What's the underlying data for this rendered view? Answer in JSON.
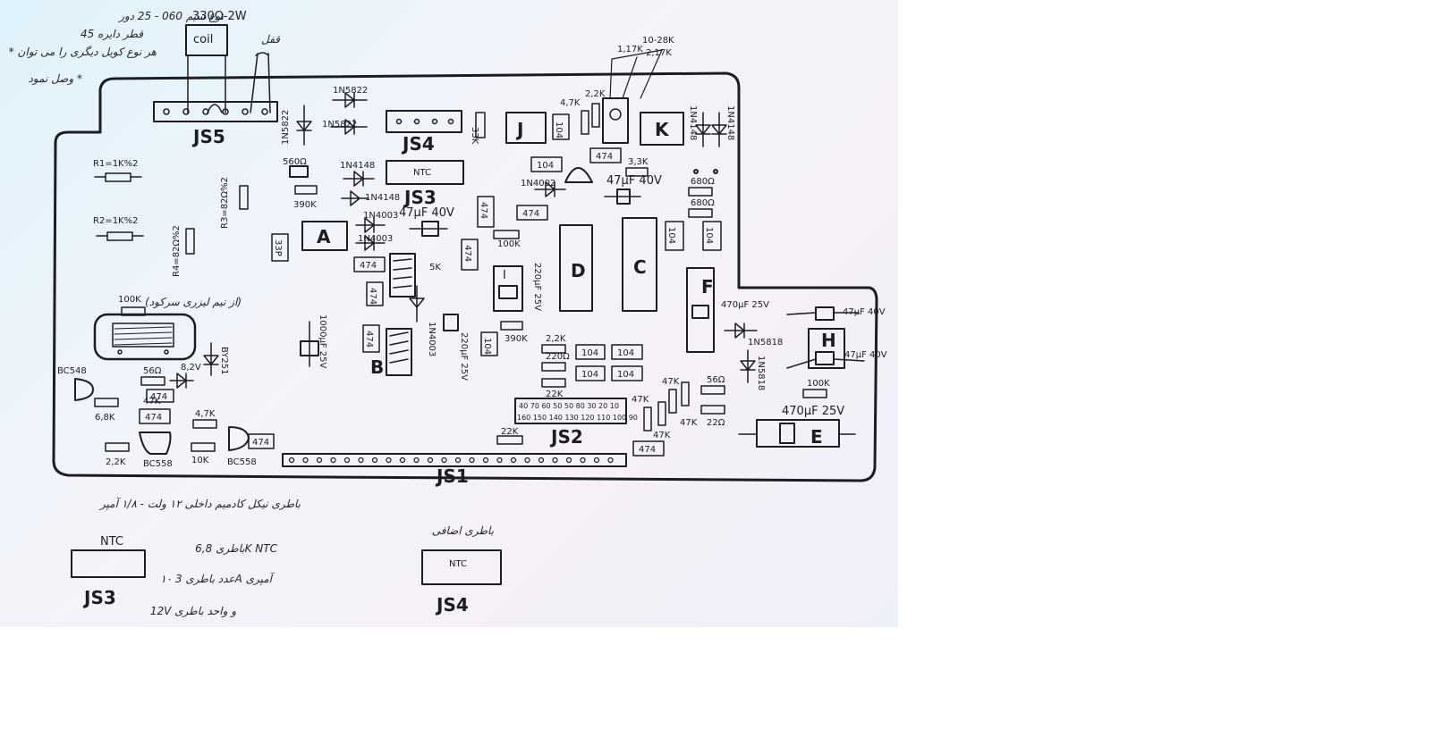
{
  "notes": {
    "wire_type": "نوع سیم 060 - 25 دور",
    "loop_diameter": "قطر دایره 45",
    "any_coil": "* هر نوع کویل دیگری را می توان",
    "connect": "وصل نمود *",
    "resistor_2w": "330Ω-2W",
    "coil": "coil",
    "lock": "قفل",
    "laser": "(از نیم لیزری سرکود)",
    "battery_main": "باطری نیکل کادمیم داخلی ۱۲ ولت - ۱/۸ آمپر",
    "battery_ntc": "باطری 6,8K NTC",
    "battery_count": "۱۰ عدد باطری 3A آمپری",
    "battery_12v": "12V و واحد باطری",
    "battery_ext": "باطری اضافی"
  },
  "connectors": {
    "js1": "JS1",
    "js2": "JS2",
    "js3": "JS3",
    "js4": "JS4",
    "js5": "JS5",
    "ntc": "NTC"
  },
  "ics": {
    "a": "A",
    "b": "B",
    "c": "C",
    "d": "D",
    "e": "E",
    "f": "F",
    "h": "H",
    "i": "I",
    "j": "J",
    "k": "K"
  },
  "labels": {
    "r1": "R1=1K%2",
    "r2": "R2=1K%2",
    "r3": "R3=82Ω%2",
    "r4": "R4=82Ω%2",
    "d_1n5822a": "1N5822",
    "d_1n5822b": "1N5822",
    "d_1n5822c": "1N5822",
    "d_1n4148a": "1N4148",
    "d_1n4148b": "1N4148",
    "d_1n4148c": "1N4148",
    "d_1n4148d": "1N4148",
    "d_1n4003a": "1N4003",
    "d_1n4003b": "1N4003",
    "d_1n4002": "1N4002",
    "d_1n4003c": "1N4003",
    "d_1n5818": "1N5818",
    "d_by251": "BY251",
    "d_1n5818b": "1N5818",
    "r_33k": "33K",
    "r_47k": "4,7K",
    "r_22k": "2,2K",
    "pot": "10-28K",
    "pot_l": "1,17K",
    "pot_r": "2,17K",
    "c_104a": "104",
    "c_104b": "104",
    "c_104c": "104",
    "c_104d": "104",
    "c_104e": "104",
    "c_104f": "104",
    "c_104g": "104",
    "c_474a": "474",
    "c_474b": "474",
    "c_474c": "474",
    "c_474d": "474",
    "c_474e": "474",
    "c_474f": "474",
    "c_474g": "474",
    "c_474h": "474",
    "r_33kb": "3,3K",
    "c_47uf": "47μF 40V",
    "r_680a": "680Ω",
    "r_680b": "680Ω",
    "c_47uf40": "47μF 40V",
    "r_100k": "100K",
    "c_33p": "33P",
    "c_560": "560Ω",
    "r_390k": "390K",
    "r_5k": "5K",
    "c_1000uf": "1000μF 25V",
    "c_220uf": "220μF 25V",
    "c_220uf2": "220μF 25V",
    "r_390kb": "390K",
    "r_22kb": "2,2K",
    "r_220": "220Ω",
    "r_22kc": "22K",
    "r_22kd": "22K",
    "r_47ka": "47K",
    "r_47kb": "47K",
    "r_47kc": "47K",
    "r_47kd": "47K",
    "r_56": "56Ω",
    "r_22ohm": "22Ω",
    "c_470uf": "470μF 25V",
    "c_470uf25": "470μF 25V",
    "c_47uf_h1": "47μF 40V",
    "c_47uf_h2": "47μF 40V",
    "r_100kh": "100K",
    "bc548": "BC548",
    "bc558a": "BC558",
    "bc558b": "BC558",
    "r_68k": "6,8K",
    "r_22ke": "2,2K",
    "r_10k": "10K",
    "r_47kf": "4,7K",
    "r_56ohm": "56Ω",
    "r_47kg": "47K",
    "c_474i": "474",
    "zener": "8,2V",
    "r_100kl": "100K",
    "js2_vals": "40 70 60 50 50 80 30 20 10",
    "js2_vals2": "160 150 140 130 120 110 100 90"
  },
  "colors": {
    "ink": "#1c1c24",
    "paper": "#eef0f8"
  }
}
